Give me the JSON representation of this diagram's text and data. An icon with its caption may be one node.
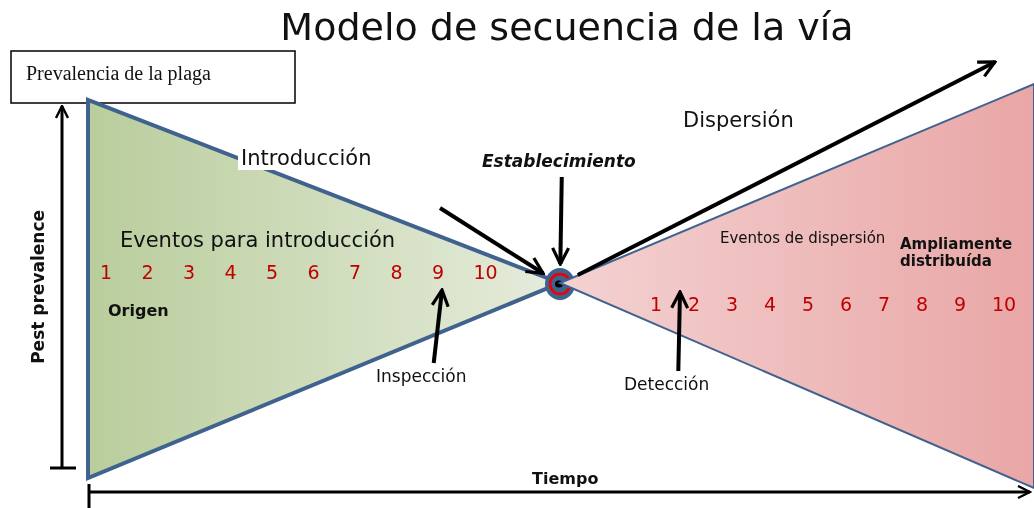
{
  "diagram": {
    "title": "Modelo de secuencia de la vía",
    "nodes": [
      {
        "text": [
          "Prevalencia de la plaga"
        ]
      },
      {
        "text": [
          "Eventos para introducción",
          "Origen"
        ]
      },
      {
        "text": [
          "Establecimiento"
        ]
      },
      {
        "text": [],
        "shape": "circle"
      },
      {
        "text": [
          "Eventos de dispersión",
          "Ampliamente distribuída"
        ]
      },
      {
        "text": [
          "Inspección"
        ]
      },
      {
        "text": [
          "Detección"
        ]
      }
    ],
    "edges": [
      {
        "from": null,
        "to": 3,
        "arrow": "to",
        "label": "Introducción"
      },
      {
        "from": 2,
        "to": 3,
        "arrow": "to"
      },
      {
        "from": 3,
        "to": null,
        "arrow": "to",
        "label": "Dispersión"
      },
      {
        "from": 5,
        "to": 1,
        "arrow": "to"
      },
      {
        "from": 6,
        "to": 4,
        "arrow": "to"
      }
    ],
    "labels": [
      "1",
      "2",
      "3",
      "4",
      "5",
      "6",
      "7",
      "8",
      "9",
      "10",
      "1",
      "2",
      "3",
      "4",
      "5",
      "6",
      "7",
      "8",
      "9",
      "10",
      "Pest prevalence",
      "Tiempo"
    ]
  }
}
